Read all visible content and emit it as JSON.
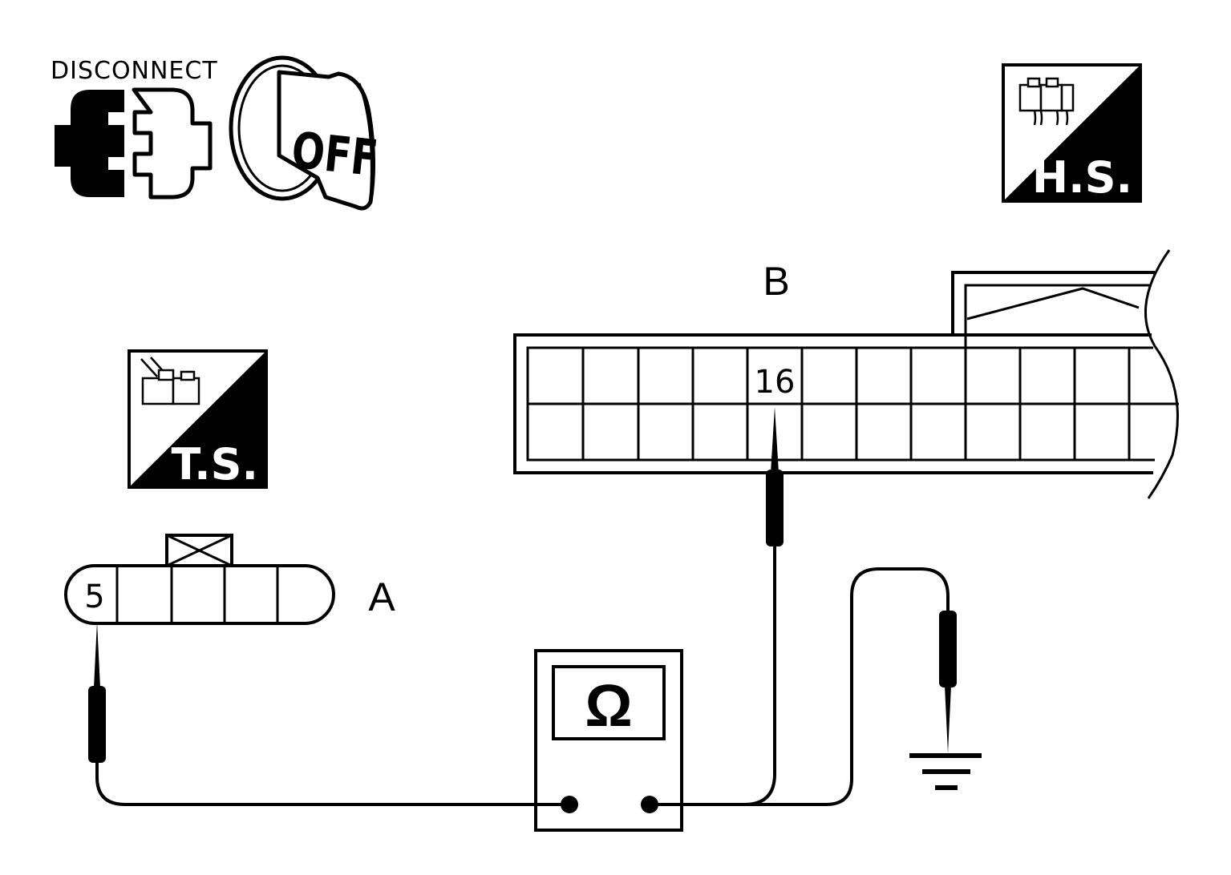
{
  "header": {
    "disconnect_label": "DISCONNECT",
    "ignition_label": "OFF"
  },
  "badges": {
    "harness_side": "H.S.",
    "terminal_side": "T.S."
  },
  "connector_a": {
    "label": "A",
    "terminal": "5"
  },
  "connector_b": {
    "label": "B",
    "terminal": "16"
  },
  "meter": {
    "symbol": "Ω"
  },
  "colors": {
    "ink": "#000000",
    "paper": "#ffffff"
  }
}
